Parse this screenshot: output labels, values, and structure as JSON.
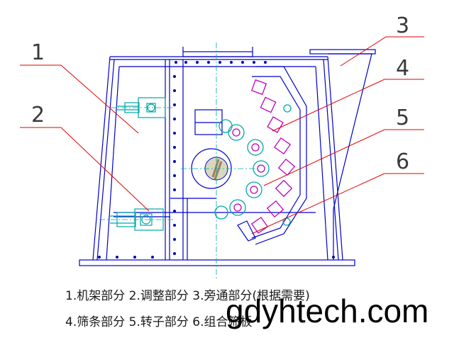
{
  "callouts": [
    {
      "number": "1"
    },
    {
      "number": "2"
    },
    {
      "number": "3"
    },
    {
      "number": "4"
    },
    {
      "number": "5"
    },
    {
      "number": "6"
    }
  ],
  "legend": {
    "line1": "1.机架部分 2.调整部分 3.旁通部分(根据需要)",
    "line2": "4.筛条部分 5.转子部分 6.组合筛板"
  },
  "watermark": "gdyhtech.com",
  "colors": {
    "frame": "#0000cc",
    "leader": "#e00000",
    "parts": "#00a8a8",
    "hammer": "#c000c0",
    "centerline": "#00aaaa",
    "bolt": "#0000aa"
  }
}
